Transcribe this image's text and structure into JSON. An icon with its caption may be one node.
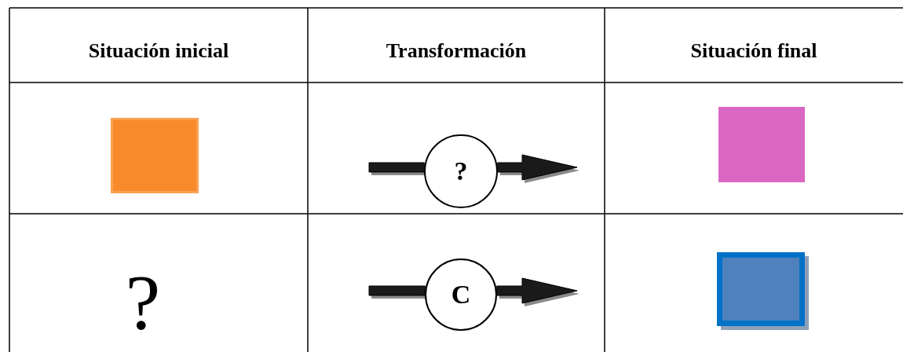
{
  "diagram": {
    "nodes": [
      {
        "text": [],
        "shape": "box"
      },
      {
        "text": [
          "?"
        ]
      },
      {
        "text": [],
        "shape": "box"
      },
      {
        "text": [
          "C"
        ]
      },
      {
        "text": [],
        "shape": "box"
      }
    ],
    "edges": [
      {
        "from": null,
        "to": 1,
        "arrow": "none"
      },
      {
        "from": 1,
        "to": null,
        "arrow": "to"
      },
      {
        "from": null,
        "to": 3,
        "arrow": "none"
      },
      {
        "from": 3,
        "to": null,
        "arrow": "to"
      }
    ],
    "labels": [
      "Situación inicial",
      "Transformación",
      "Situación final",
      "?"
    ]
  }
}
